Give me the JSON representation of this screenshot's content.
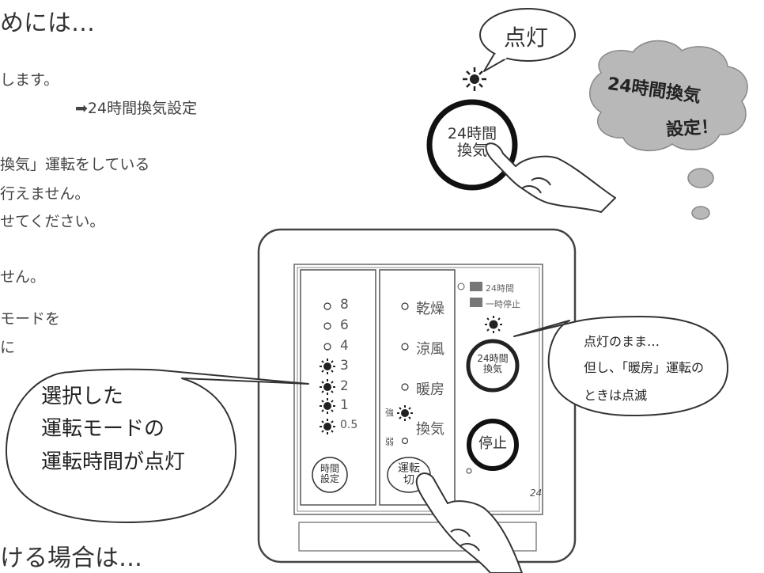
{
  "heading_top": "めには…",
  "heading_bottom": "ける場合は…",
  "left_text": [
    "します。",
    "➡24時間換気設定",
    "換気」運転をしている",
    "行えません。",
    "せてください。",
    "せん。",
    "モードを",
    "に"
  ],
  "speech_top": "点灯",
  "cloud_text": [
    "24時間換気",
    "設定！"
  ],
  "big_button": [
    "24時間",
    "換気"
  ],
  "panel": {
    "timer_items": [
      "8",
      "6",
      "4",
      "3",
      "2",
      "1",
      "0.5"
    ],
    "timer_button": [
      "時間",
      "設定"
    ],
    "mode_items": [
      "乾燥",
      "涼風",
      "暖房",
      "換気"
    ],
    "strength_strong": "強",
    "strength_weak": "弱",
    "run_button": [
      "運転",
      "切"
    ],
    "vent_button": [
      "24時間",
      "換気"
    ],
    "stop_button": "停止",
    "legend_small_1": "24時間",
    "legend_small_2": "一時停止",
    "brand_text": "24"
  },
  "callout_left": [
    "選択した",
    "運転モードの",
    "運転時間が点灯"
  ],
  "callout_right": [
    "点灯のまま…",
    "但し、「暖房」運転の",
    "ときは点滅"
  ],
  "colors": {
    "cloud": "#b8b8b8",
    "panel_border": "#555555",
    "lamp": "#222222"
  }
}
